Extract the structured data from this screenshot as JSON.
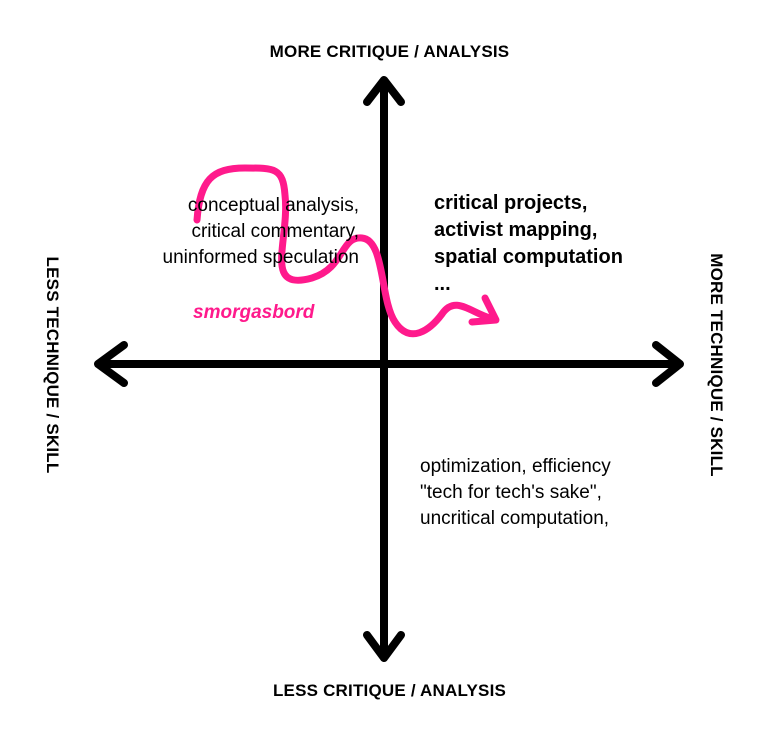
{
  "axes": {
    "top_label": "MORE CRITIQUE / ANALYSIS",
    "bottom_label": "LESS CRITIQUE / ANALYSIS",
    "left_label": "LESS TECHNIQUE / SKILL",
    "right_label": "MORE TECHNIQUE / SKILL"
  },
  "quadrants": {
    "top_left_lines": [
      "conceptual analysis,",
      "critical commentary,",
      "uninformed speculation"
    ],
    "top_right_lines": [
      "critical projects,",
      "activist mapping,",
      "spatial computation",
      "..."
    ],
    "bottom_right_lines": [
      "optimization, efficiency",
      "\"tech for tech's sake\",",
      "uncritical computation,"
    ]
  },
  "path_label": "smorgasbord",
  "colors": {
    "axis": "#000000",
    "path": "#ff1a8c",
    "background": "#ffffff"
  }
}
